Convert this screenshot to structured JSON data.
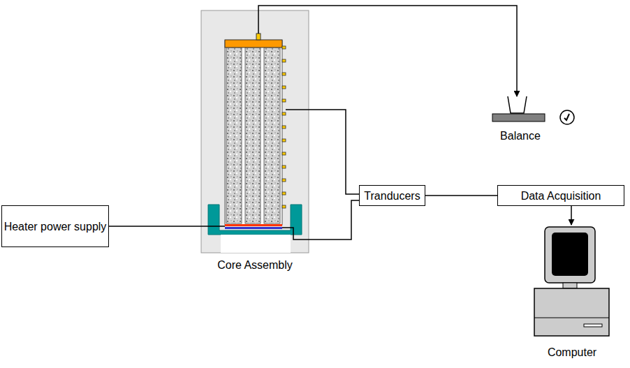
{
  "diagram": {
    "nodes": [
      {
        "text": [
          "Heater power supply"
        ]
      },
      {
        "text": [
          "Core Assembly"
        ]
      },
      {
        "text": [
          "Balance"
        ]
      },
      {
        "text": [
          "Tranducers"
        ]
      },
      {
        "text": [
          "Data Acquisition"
        ]
      },
      {
        "text": [
          "Computer"
        ]
      }
    ],
    "edges": [
      {
        "from": 0,
        "to": 1,
        "arrow": "none"
      },
      {
        "from": 1,
        "to": 2,
        "arrow": "to"
      },
      {
        "from": 1,
        "to": 3,
        "arrow": "none"
      },
      {
        "from": 1,
        "to": 3,
        "arrow": "none"
      },
      {
        "from": 3,
        "to": 4,
        "arrow": "none"
      },
      {
        "from": 4,
        "to": 5,
        "arrow": "to"
      }
    ]
  }
}
